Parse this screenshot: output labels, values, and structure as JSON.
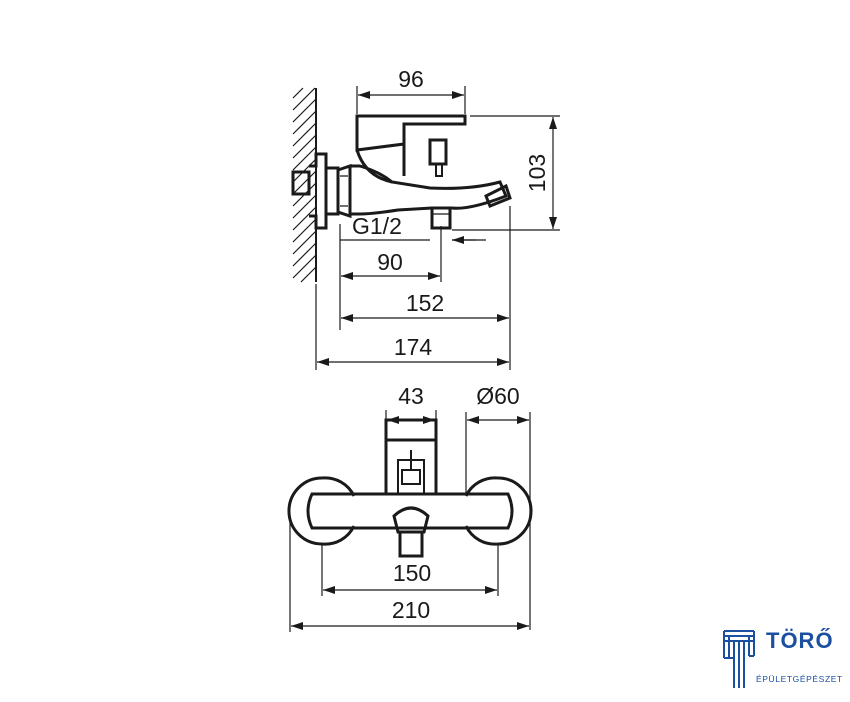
{
  "side_view": {
    "dims": {
      "handle_length": "96",
      "height": "103",
      "thread": "G1/2",
      "outlet_distance": "90",
      "body_length": "152",
      "total_length": "174"
    }
  },
  "front_view": {
    "dims": {
      "handle_width": "43",
      "flange_diameter": "Ø60",
      "center_distance": "150",
      "total_width": "210"
    }
  },
  "logo": {
    "name": "TÖRŐ",
    "subtitle": "ÉPÜLETGÉPÉSZET",
    "color": "#1b4fa0"
  }
}
